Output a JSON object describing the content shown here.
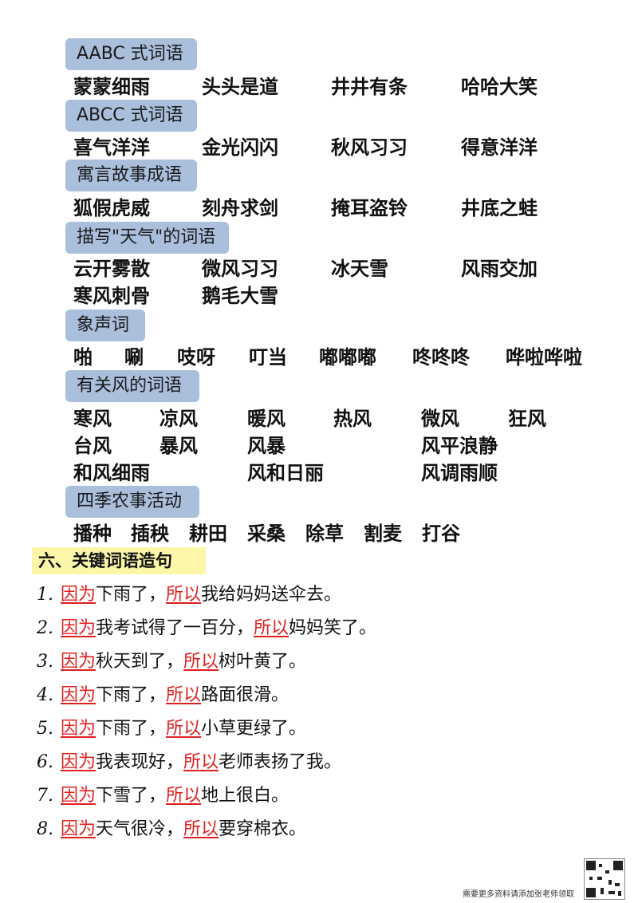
{
  "sections": {
    "aabc": {
      "title": "AABC 式词语",
      "words": [
        "蒙蒙细雨",
        "头头是道",
        "井井有条",
        "哈哈大笑"
      ]
    },
    "abcc": {
      "title": "ABCC 式词语",
      "words": [
        "喜气洋洋",
        "金光闪闪",
        "秋风习习",
        "得意洋洋"
      ]
    },
    "fable": {
      "title": "寓言故事成语",
      "words": [
        "狐假虎威",
        "刻舟求剑",
        "掩耳盗铃",
        "井底之蛙"
      ]
    },
    "weather": {
      "title": "描写\"天气\"的词语",
      "words": [
        "云开雾散",
        "微风习习",
        "冰天雪",
        "风雨交加",
        "寒风刺骨",
        "鹅毛大雪"
      ]
    },
    "onomatopoeia": {
      "title": "象声词",
      "words": [
        "啪",
        "唰",
        "吱呀",
        "叮当",
        "嘟嘟嘟",
        "咚咚咚",
        "哗啦哗啦"
      ]
    },
    "wind": {
      "title": "有关风的词语",
      "words": [
        "寒风",
        "凉风",
        "暖风",
        "热风",
        "微风",
        "狂风",
        "台风",
        "暴风",
        "风暴",
        "风平浪静",
        "和风细雨",
        "风和日丽",
        "风调雨顺"
      ]
    },
    "farming": {
      "title": "四季农事活动",
      "words": [
        "播种",
        "插秧",
        "耕田",
        "采桑",
        "除草",
        "割麦",
        "打谷"
      ]
    }
  },
  "key_section": {
    "title": "六、关键词语造句",
    "sentences": [
      {
        "num": "1.",
        "w1": "因为",
        "p1": "下雨了，",
        "w2": "所以",
        "p2": "我给妈妈送伞去。"
      },
      {
        "num": "2.",
        "w1": "因为",
        "p1": "我考试得了一百分，",
        "w2": "所以",
        "p2": "妈妈笑了。"
      },
      {
        "num": "3.",
        "w1": "因为",
        "p1": "秋天到了，",
        "w2": "所以",
        "p2": "树叶黄了。"
      },
      {
        "num": "4.",
        "w1": "因为",
        "p1": "下雨了，",
        "w2": "所以",
        "p2": "路面很滑。"
      },
      {
        "num": "5.",
        "w1": "因为",
        "p1": "下雨了，",
        "w2": "所以",
        "p2": "小草更绿了。"
      },
      {
        "num": "6.",
        "w1": "因为",
        "p1": "我表现好，",
        "w2": "所以",
        "p2": "老师表扬了我。"
      },
      {
        "num": "7.",
        "w1": "因为",
        "p1": "下雪了，",
        "w2": "所以",
        "p2": "地上很白。"
      },
      {
        "num": "8.",
        "w1": "因为",
        "p1": "天气很冷，",
        "w2": "所以",
        "p2": "要穿棉衣。"
      }
    ]
  },
  "footer": {
    "text": "需要更多资料请添加张老师领取"
  },
  "colors": {
    "header_bg": "#a9bfdc",
    "highlight_bg": "#fbf6a8",
    "keyword": "#e02020"
  }
}
